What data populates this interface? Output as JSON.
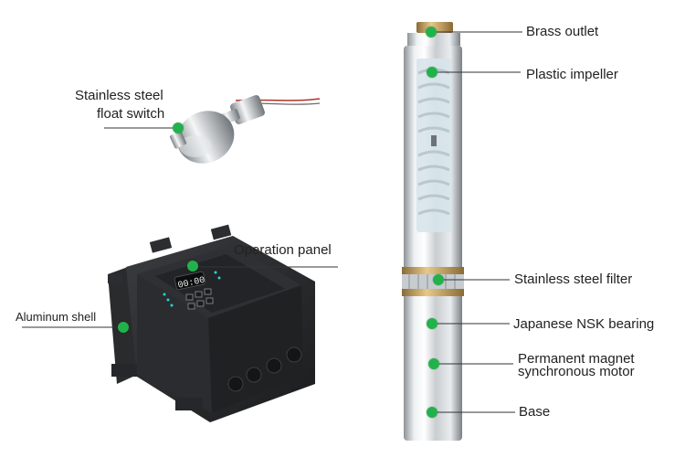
{
  "labels": {
    "float_switch_line1": "Stainless steel",
    "float_switch_line2": "float switch",
    "operation_panel": "Operation panel",
    "aluminum_shell": "Aluminum shell",
    "brass_outlet": "Brass outlet",
    "plastic_impeller": "Plastic impeller",
    "stainless_filter": "Stainless steel filter",
    "nsk_bearing": "Japanese NSK bearing",
    "motor_line1": "Permanent magnet",
    "motor_line2": "synchronous motor",
    "base": "Base"
  },
  "display": {
    "readout": "00:00"
  },
  "colors": {
    "marker": "#22b24c",
    "leader": "#333333"
  }
}
